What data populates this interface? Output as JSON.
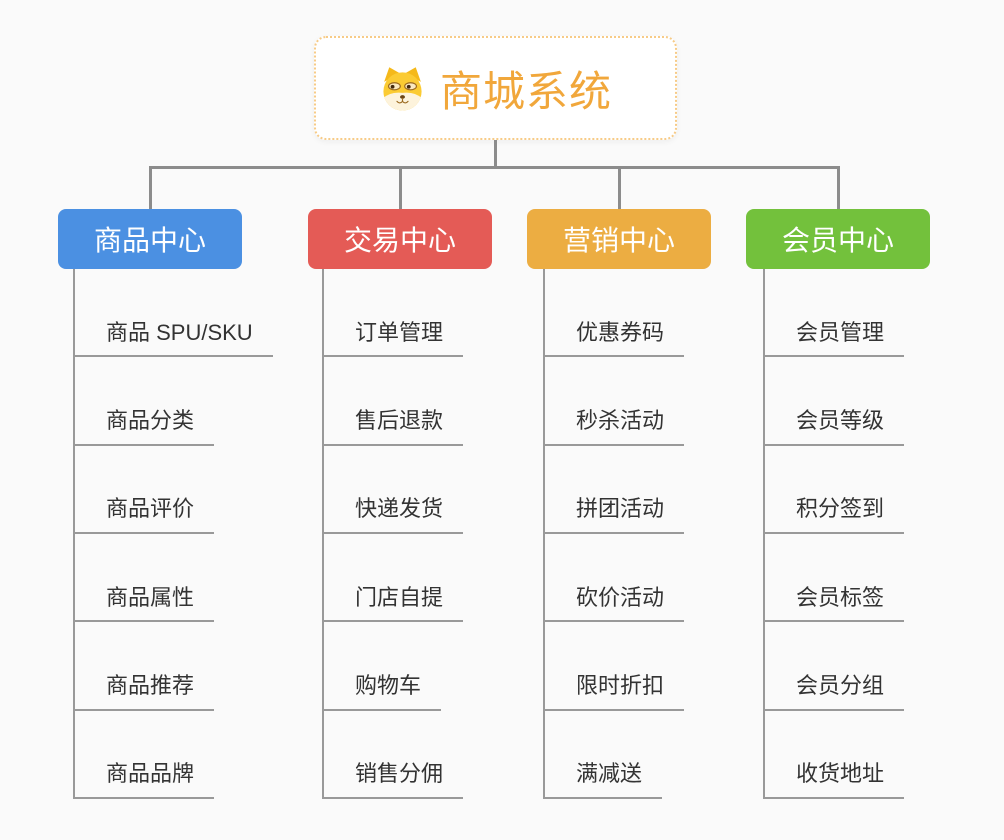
{
  "page": {
    "background": "#fafafa",
    "connector_color": "#8c8c8c",
    "underline_color": "#999999"
  },
  "root": {
    "title": "商城系统",
    "icon": "doge-icon",
    "text_color": "#f1a73b",
    "border_color": "#f7cb87"
  },
  "branches": [
    {
      "label": "商品中心",
      "color": "#4b90e2",
      "items": [
        "商品 SPU/SKU",
        "商品分类",
        "商品评价",
        "商品属性",
        "商品推荐",
        "商品品牌"
      ]
    },
    {
      "label": "交易中心",
      "color": "#e45b56",
      "items": [
        "订单管理",
        "售后退款",
        "快递发货",
        "门店自提",
        "购物车",
        "销售分佣"
      ]
    },
    {
      "label": "营销中心",
      "color": "#ecad42",
      "items": [
        "优惠券码",
        "秒杀活动",
        "拼团活动",
        "砍价活动",
        "限时折扣",
        "满减送"
      ]
    },
    {
      "label": "会员中心",
      "color": "#73c13c",
      "items": [
        "会员管理",
        "会员等级",
        "积分签到",
        "会员标签",
        "会员分组",
        "收货地址"
      ]
    }
  ]
}
